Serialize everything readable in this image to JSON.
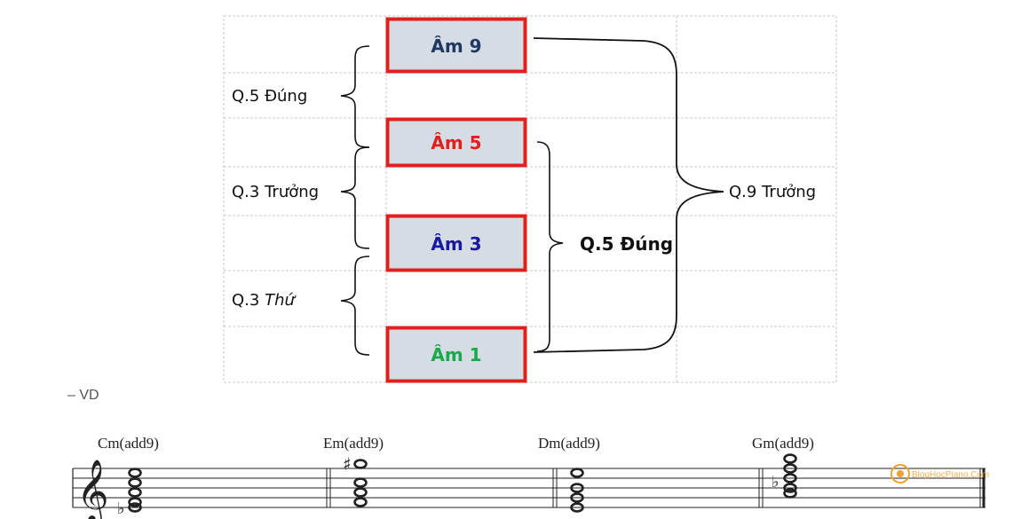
{
  "diagram": {
    "notes": [
      {
        "label": "Âm 9",
        "color": "#1f3864"
      },
      {
        "label": "Âm 5",
        "color": "#e0201c"
      },
      {
        "label": "Âm 3",
        "color": "#1a1aa0"
      },
      {
        "label": "Âm 1",
        "color": "#1aa84a"
      }
    ],
    "left_intervals": [
      {
        "prefix": "Q.5 ",
        "quality": "Đúng",
        "italic": false
      },
      {
        "prefix": "Q.3 ",
        "quality": "Trưởng",
        "italic": false
      },
      {
        "prefix": "Q.3 ",
        "quality": "Thứ",
        "italic": true
      }
    ],
    "middle_interval": "Q.5 Đúng",
    "right_interval": "Q.9 Trưởng",
    "box_border_color": "#e0201c",
    "box_fill_color": "#d6dce4"
  },
  "example_label": "– VD",
  "score": {
    "chords": [
      {
        "name": "Cm(add9)"
      },
      {
        "name": "Em(add9)"
      },
      {
        "name": "Dm(add9)"
      },
      {
        "name": "Gm(add9)"
      }
    ],
    "watermark": "BlogHocPiano.Com"
  }
}
